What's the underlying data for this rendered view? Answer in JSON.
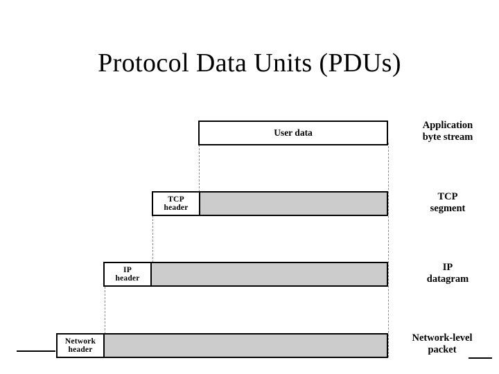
{
  "slide": {
    "title": "Protocol Data Units (PDUs)"
  },
  "diagram": {
    "type": "encapsulation-stack",
    "fill_colors": {
      "payload_gray": "#cccccc",
      "header_white": "#ffffff",
      "border_black": "#000000",
      "dashed_gray": "#8a8a8a"
    },
    "layers": [
      {
        "id": "application",
        "header_label": "",
        "payload_label": "User data",
        "payload_filled": false,
        "caption_line1": "Application",
        "caption_line2": "byte stream"
      },
      {
        "id": "transport",
        "header_label_line1": "TCP",
        "header_label_line2": "header",
        "payload_label": "",
        "payload_filled": true,
        "caption_line1": "TCP",
        "caption_line2": "segment"
      },
      {
        "id": "internet",
        "header_label_line1": "IP",
        "header_label_line2": "header",
        "payload_label": "",
        "payload_filled": true,
        "caption_line1": "IP",
        "caption_line2": "datagram"
      },
      {
        "id": "link",
        "header_label_line1": "Network",
        "header_label_line2": "header",
        "payload_label": "",
        "payload_filled": true,
        "caption_line1": "Network-level",
        "caption_line2": "packet"
      }
    ]
  }
}
